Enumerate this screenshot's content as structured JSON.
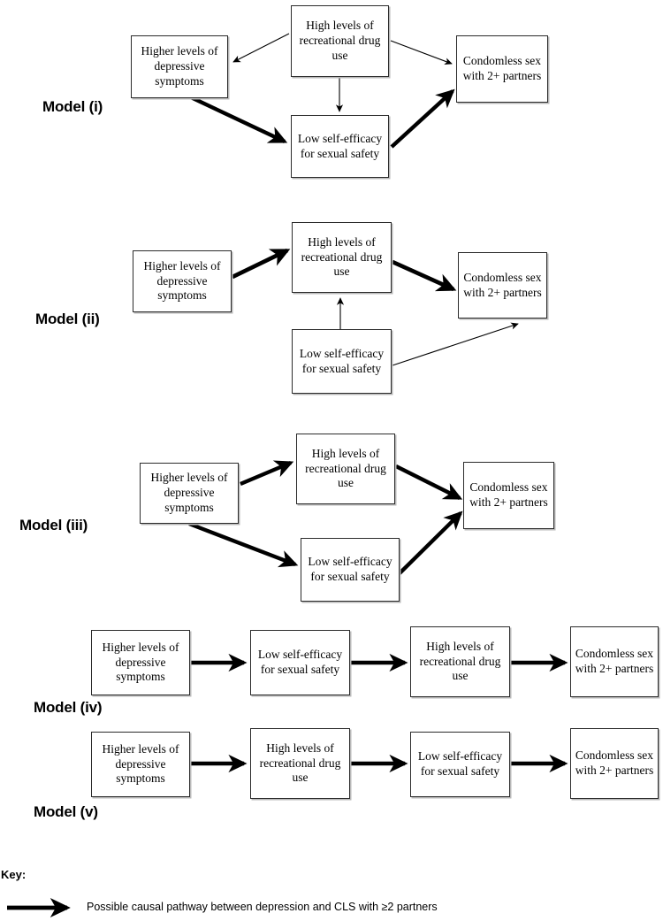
{
  "figure": {
    "type": "path-diagram",
    "node_labels": {
      "dep": "Higher levels of depressive symptoms",
      "drug": "High levels of recreational drug use",
      "self": "Low self-efficacy for sexual safety",
      "cls": "Condomless sex with 2+ partners"
    }
  },
  "models": [
    {
      "id": "model-i",
      "label": "Model (i)",
      "nodes": [
        {
          "key": "dep",
          "text": "Higher levels of depressive symptoms"
        },
        {
          "key": "drug",
          "text": "High levels of recreational drug use"
        },
        {
          "key": "self",
          "text": "Low self-efficacy for sexual safety"
        },
        {
          "key": "cls",
          "text": "Condomless sex with 2+ partners"
        }
      ],
      "edges": [
        {
          "from": "drug",
          "to": "dep",
          "weight": "thin"
        },
        {
          "from": "drug",
          "to": "cls",
          "weight": "thin"
        },
        {
          "from": "drug",
          "to": "self",
          "weight": "thin"
        },
        {
          "from": "dep",
          "to": "self",
          "weight": "thick"
        },
        {
          "from": "self",
          "to": "cls",
          "weight": "thick"
        }
      ]
    },
    {
      "id": "model-ii",
      "label": "Model (ii)",
      "nodes": [
        {
          "key": "dep",
          "text": "Higher levels of depressive symptoms"
        },
        {
          "key": "drug",
          "text": "High levels of recreational drug use"
        },
        {
          "key": "self",
          "text": "Low self-efficacy for sexual safety"
        },
        {
          "key": "cls",
          "text": "Condomless sex with 2+ partners"
        }
      ],
      "edges": [
        {
          "from": "dep",
          "to": "drug",
          "weight": "thick"
        },
        {
          "from": "drug",
          "to": "cls",
          "weight": "thick"
        },
        {
          "from": "self",
          "to": "drug",
          "weight": "thin"
        },
        {
          "from": "self",
          "to": "cls",
          "weight": "thin"
        }
      ]
    },
    {
      "id": "model-iii",
      "label": "Model (iii)",
      "nodes": [
        {
          "key": "dep",
          "text": "Higher levels of depressive symptoms"
        },
        {
          "key": "drug",
          "text": "High levels of recreational drug use"
        },
        {
          "key": "self",
          "text": "Low self-efficacy for sexual safety"
        },
        {
          "key": "cls",
          "text": "Condomless sex with 2+ partners"
        }
      ],
      "edges": [
        {
          "from": "dep",
          "to": "drug",
          "weight": "thick"
        },
        {
          "from": "dep",
          "to": "self",
          "weight": "thick"
        },
        {
          "from": "drug",
          "to": "cls",
          "weight": "thick"
        },
        {
          "from": "self",
          "to": "cls",
          "weight": "thick"
        }
      ]
    },
    {
      "id": "model-iv",
      "label": "Model (iv)",
      "nodes": [
        {
          "key": "dep",
          "text": "Higher levels of depressive symptoms"
        },
        {
          "key": "self",
          "text": "Low self-efficacy for sexual safety"
        },
        {
          "key": "drug",
          "text": "High levels of recreational drug use"
        },
        {
          "key": "cls",
          "text": "Condomless sex with 2+ partners"
        }
      ],
      "edges": [
        {
          "from": "dep",
          "to": "self",
          "weight": "thick"
        },
        {
          "from": "self",
          "to": "drug",
          "weight": "thick"
        },
        {
          "from": "drug",
          "to": "cls",
          "weight": "thick"
        }
      ]
    },
    {
      "id": "model-v",
      "label": "Model (v)",
      "nodes": [
        {
          "key": "dep",
          "text": "Higher levels of depressive symptoms"
        },
        {
          "key": "drug",
          "text": "High levels of recreational drug use"
        },
        {
          "key": "self",
          "text": "Low self-efficacy for sexual safety"
        },
        {
          "key": "cls",
          "text": "Condomless sex with 2+ partners"
        }
      ],
      "edges": [
        {
          "from": "dep",
          "to": "drug",
          "weight": "thick"
        },
        {
          "from": "drug",
          "to": "self",
          "weight": "thick"
        },
        {
          "from": "self",
          "to": "cls",
          "weight": "thick"
        }
      ]
    }
  ],
  "key": {
    "title": "Key:",
    "entries": [
      {
        "icon": "thick-arrow-right-icon",
        "text": "Possible causal pathway between depression and CLS with ≥2 partners"
      }
    ]
  },
  "colors": {
    "box_border": "#2b2b2b",
    "box_shadow": "#b8b8b8",
    "arrow": "#000000",
    "text": "#000000",
    "background": "#ffffff"
  }
}
